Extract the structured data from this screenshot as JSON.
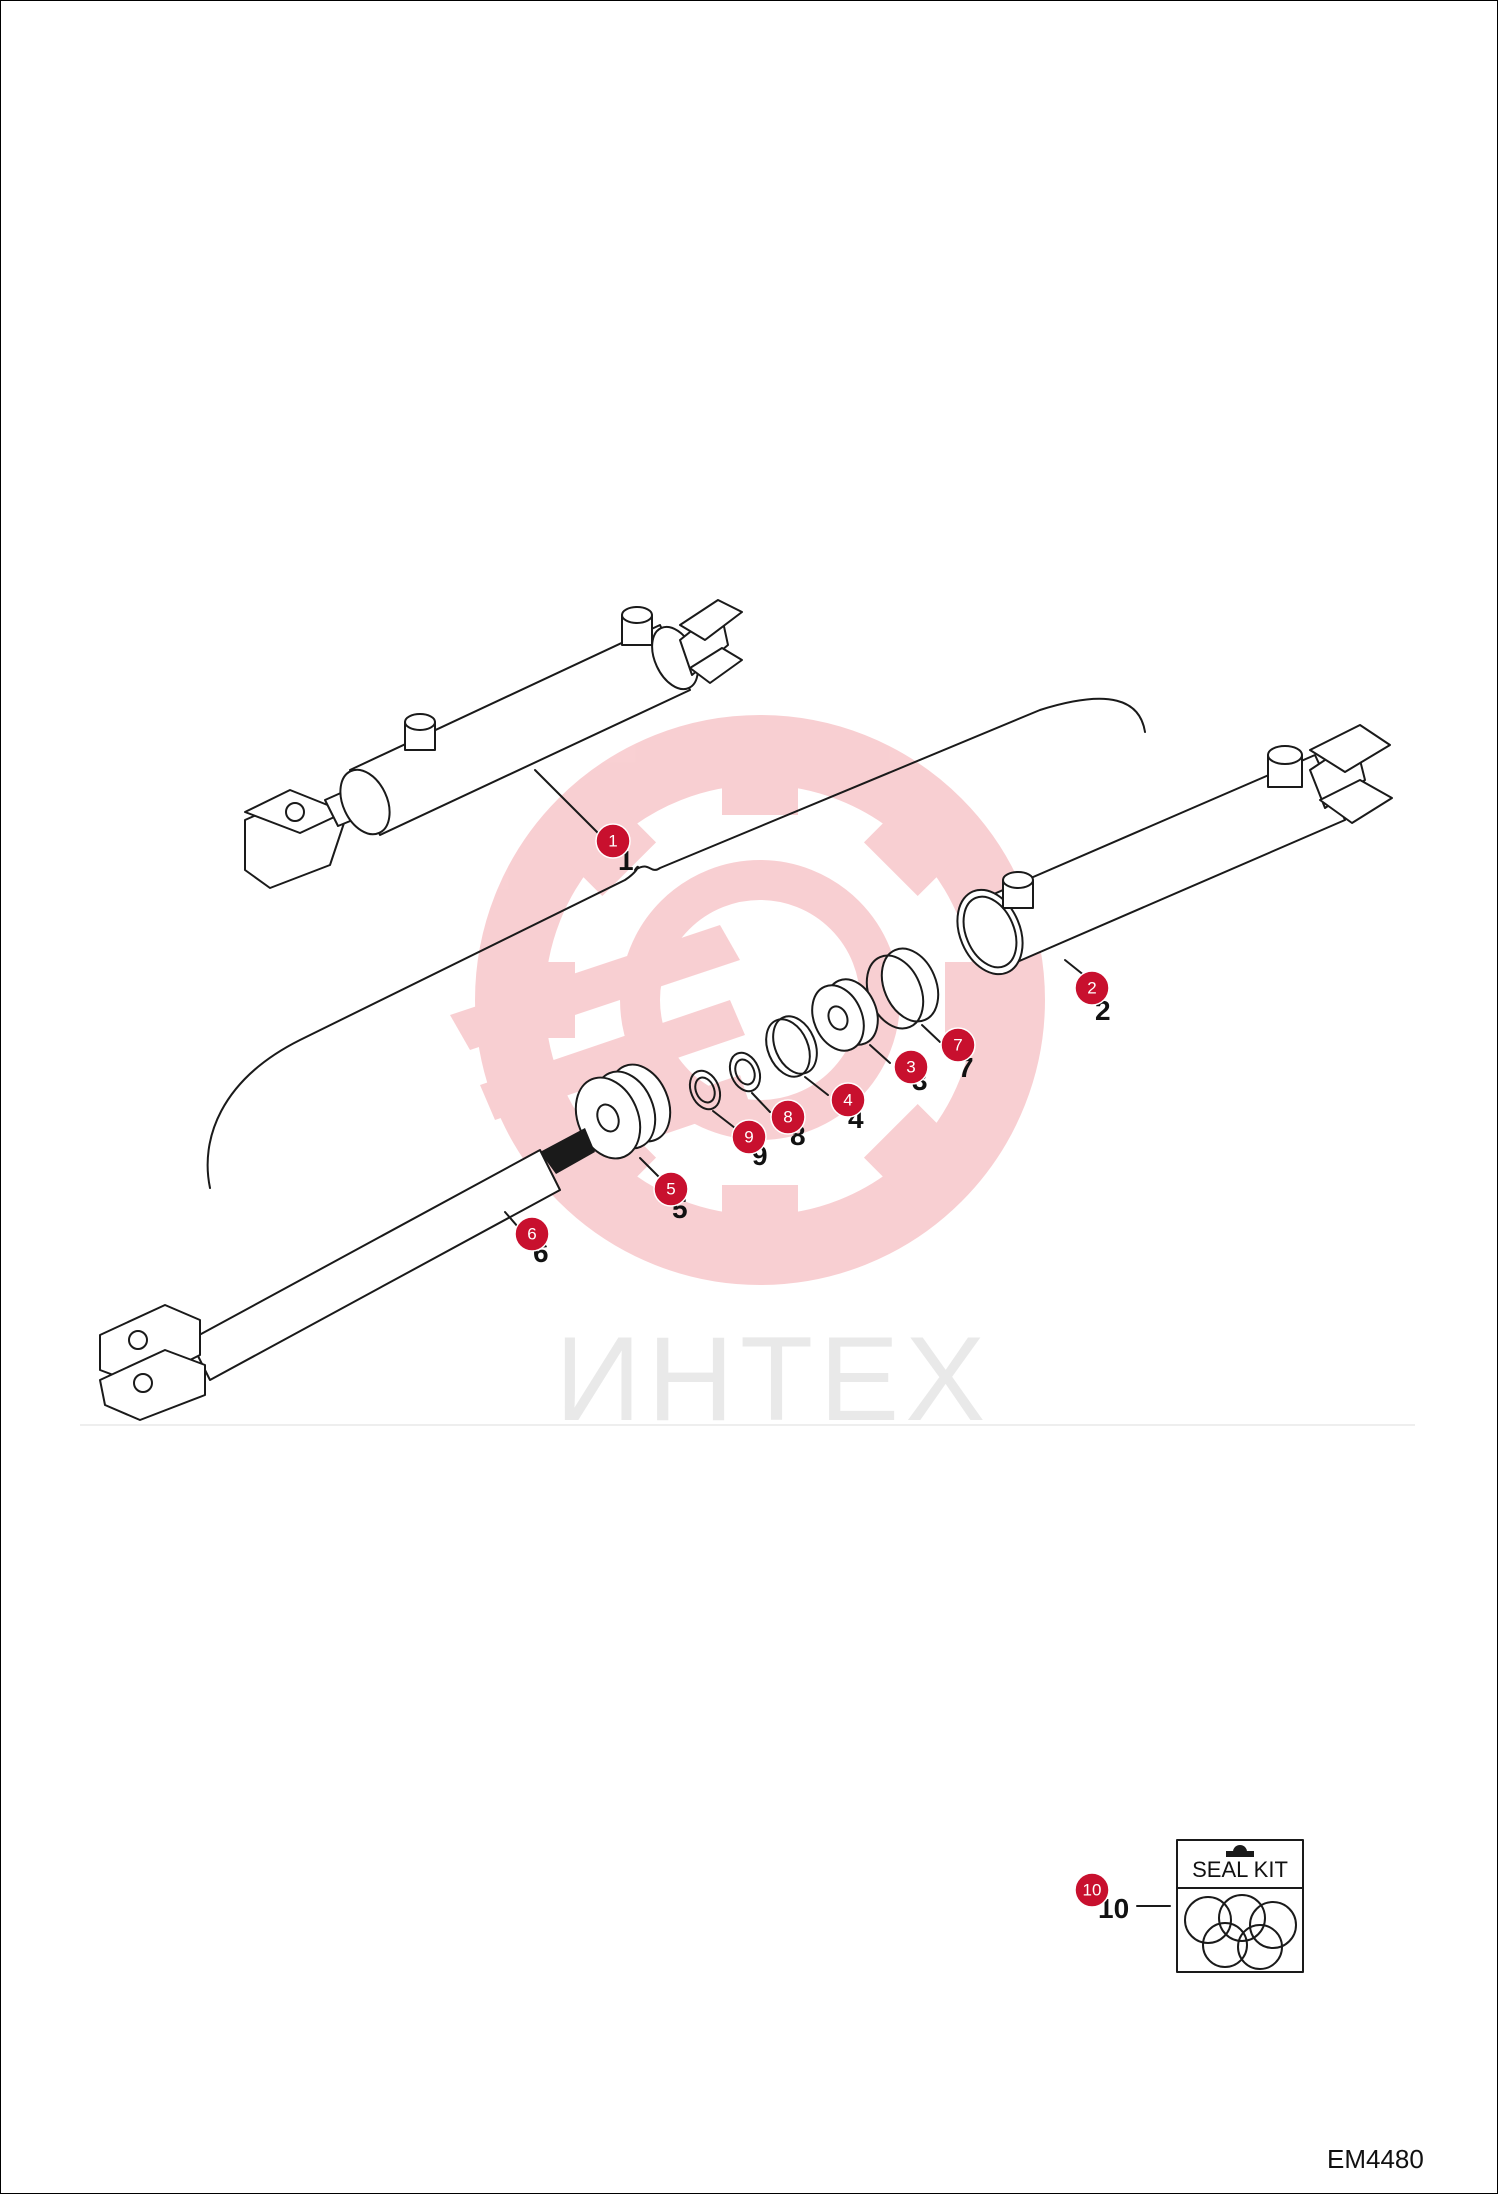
{
  "watermark": {
    "text": "ИНТЕХ",
    "color": "#f4b5b9"
  },
  "drawing_code": "EM4480",
  "seal_kit": {
    "label": "SEAL KIT"
  },
  "callouts": [
    {
      "id": "1",
      "number": "1"
    },
    {
      "id": "2",
      "number": "2"
    },
    {
      "id": "3",
      "number": "3"
    },
    {
      "id": "4",
      "number": "4"
    },
    {
      "id": "5",
      "number": "5"
    },
    {
      "id": "6",
      "number": "6"
    },
    {
      "id": "7",
      "number": "7"
    },
    {
      "id": "8",
      "number": "8"
    },
    {
      "id": "9",
      "number": "9"
    },
    {
      "id": "10",
      "number": "10"
    }
  ],
  "colors": {
    "badge": "#c8102e",
    "line": "#1a1a1a"
  }
}
